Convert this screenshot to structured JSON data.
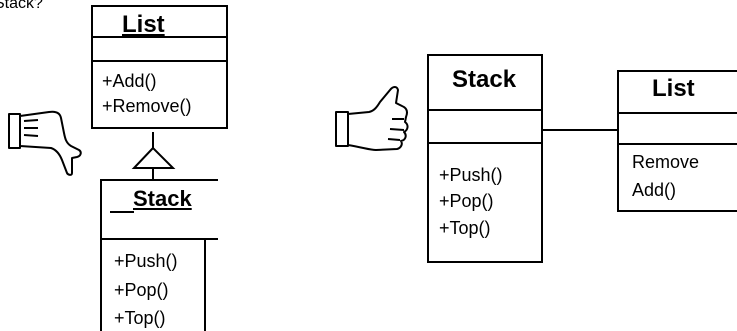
{
  "caption_fragment": "Stack?",
  "left_design": {
    "parent_class": {
      "name": "List",
      "methods": [
        "+Add()",
        "+Remove()"
      ]
    },
    "child_class": {
      "name": "Stack",
      "methods": [
        "+Push()",
        "+Pop()",
        "+Top()"
      ]
    },
    "relation": "inheritance",
    "verdict_icon": "thumbs-down-icon"
  },
  "right_design": {
    "left_class": {
      "name": "Stack",
      "methods": [
        "+Push()",
        "+Pop()",
        "+Top()"
      ]
    },
    "right_class": {
      "name": "List",
      "methods": [
        "Remove",
        "Add()"
      ]
    },
    "relation": "association",
    "verdict_icon": "thumbs-up-icon"
  }
}
